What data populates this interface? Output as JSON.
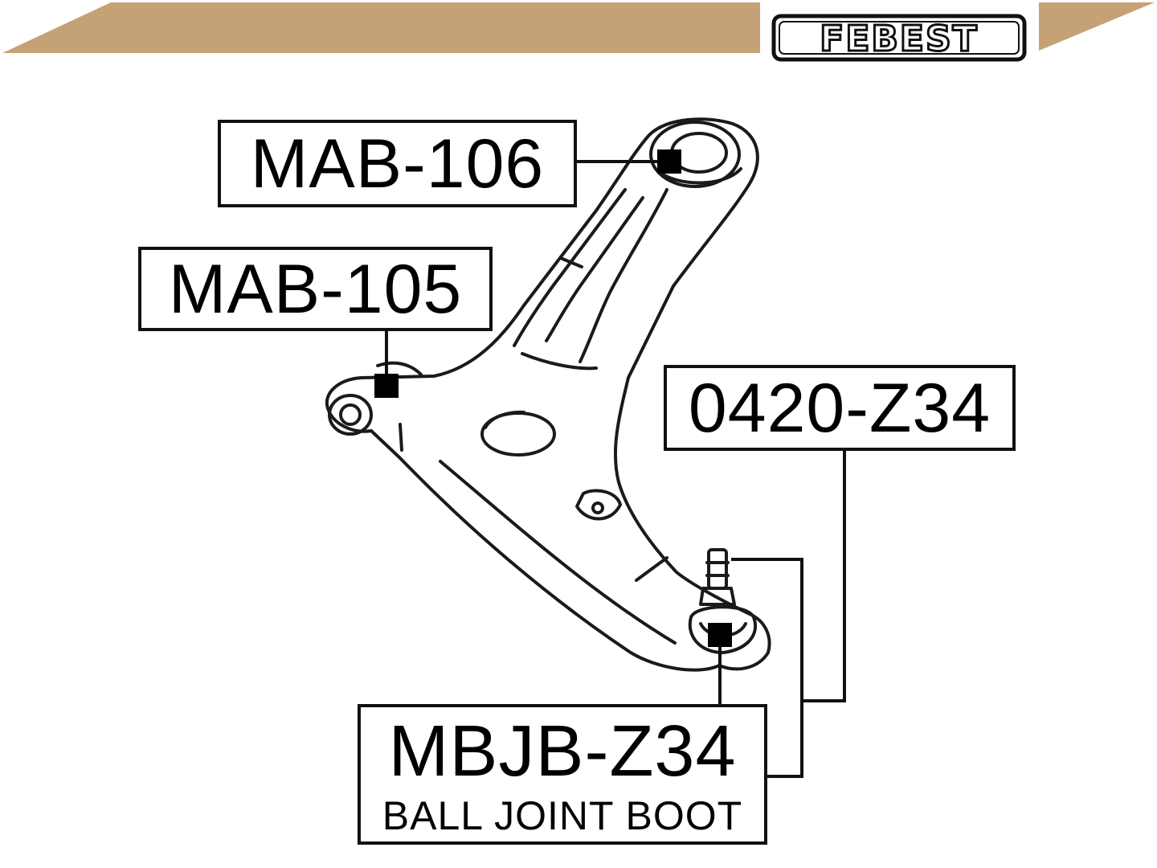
{
  "header": {
    "brand": "FEBEST",
    "accent_color": "#C4A276",
    "logo_border_color": "#111111"
  },
  "parts": {
    "mab_106": {
      "code": "MAB-106"
    },
    "mab_105": {
      "code": "MAB-105"
    },
    "z0420": {
      "code": "0420-Z34"
    },
    "mbjb": {
      "code": "MBJB-Z34",
      "description": "BALL JOINT BOOT"
    }
  },
  "illustration": {
    "icon": "control-arm-icon"
  }
}
